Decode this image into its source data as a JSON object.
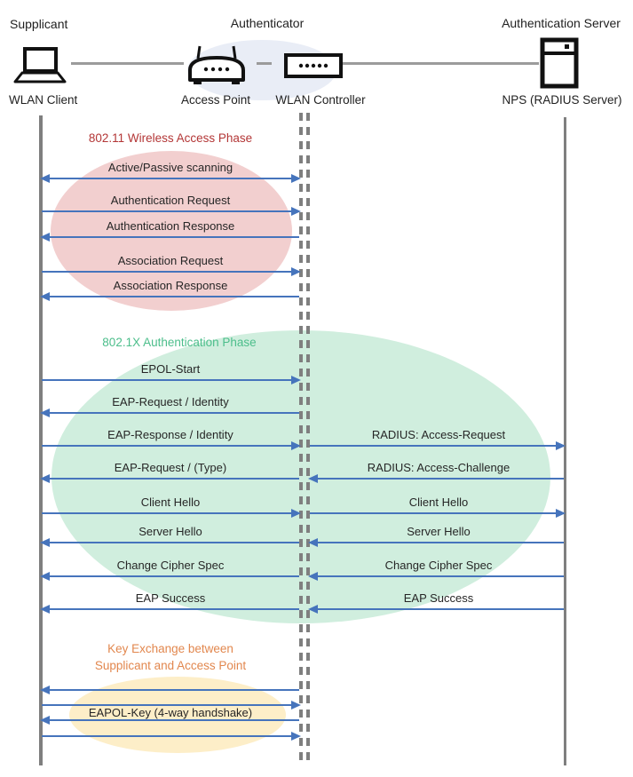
{
  "colors": {
    "arrow": "#4674BC",
    "lifeline": "#7F7F7F",
    "connector": "#9B9B9B",
    "text": "#262626",
    "icon": "#111111",
    "authenticator_bubble": "#E9EDF6"
  },
  "header": {
    "supplicant": "Supplicant",
    "authenticator": "Authenticator",
    "auth_server": "Authentication Server"
  },
  "actors": [
    {
      "label": "WLAN Client",
      "icon": "laptop-icon"
    },
    {
      "label": "Access Point",
      "icon": "access-point-icon"
    },
    {
      "label": "WLAN Controller",
      "icon": "wlan-controller-icon"
    },
    {
      "label": "NPS (RADIUS Server)",
      "icon": "server-icon"
    }
  ],
  "phases": [
    {
      "label": "802.11 Wireless Access Phase",
      "label_color": "#B33636",
      "bubble_color": "#F2CFCF"
    },
    {
      "label": "802.1X Authentication Phase",
      "label_color": "#4CBE8B",
      "bubble_color": "#D0EEDE"
    },
    {
      "label_line1": "Key Exchange between",
      "label_line2": "Supplicant and Access Point",
      "label_color": "#E2874E",
      "bubble_color": "#FDEEC8"
    }
  ],
  "messages": [
    {
      "label": "Active/Passive scanning",
      "lane": "left",
      "dir": "both"
    },
    {
      "label": "Authentication Request",
      "lane": "left",
      "dir": "right"
    },
    {
      "label": "Authentication Response",
      "lane": "left",
      "dir": "left"
    },
    {
      "label": "Association Request",
      "lane": "left",
      "dir": "right"
    },
    {
      "label": "Association Response",
      "lane": "left",
      "dir": "left"
    },
    {
      "label": "EPOL-Start",
      "lane": "left",
      "dir": "right"
    },
    {
      "label": "EAP-Request / Identity",
      "lane": "left",
      "dir": "left"
    },
    {
      "label": "EAP-Response / Identity",
      "lane": "left",
      "dir": "right"
    },
    {
      "label": "RADIUS: Access-Request",
      "lane": "right",
      "dir": "right"
    },
    {
      "label": "EAP-Request / (Type)",
      "lane": "left",
      "dir": "left"
    },
    {
      "label": "RADIUS: Access-Challenge",
      "lane": "right",
      "dir": "left"
    },
    {
      "label": "Client Hello",
      "lane": "left",
      "dir": "right"
    },
    {
      "label": "Client Hello",
      "lane": "right",
      "dir": "right"
    },
    {
      "label": "Server Hello",
      "lane": "left",
      "dir": "left"
    },
    {
      "label": "Server Hello",
      "lane": "right",
      "dir": "left"
    },
    {
      "label": "Change Cipher Spec",
      "lane": "left",
      "dir": "left"
    },
    {
      "label": "Change Cipher Spec",
      "lane": "right",
      "dir": "left"
    },
    {
      "label": "EAP Success",
      "lane": "left",
      "dir": "left"
    },
    {
      "label": "EAP Success",
      "lane": "right",
      "dir": "left"
    },
    {
      "label": null,
      "lane": "left",
      "dir": "left"
    },
    {
      "label": null,
      "lane": "left",
      "dir": "right"
    },
    {
      "label": "EAPOL-Key (4-way handshake)",
      "lane": "left",
      "dir": "left"
    },
    {
      "label": null,
      "lane": "left",
      "dir": "right"
    }
  ]
}
